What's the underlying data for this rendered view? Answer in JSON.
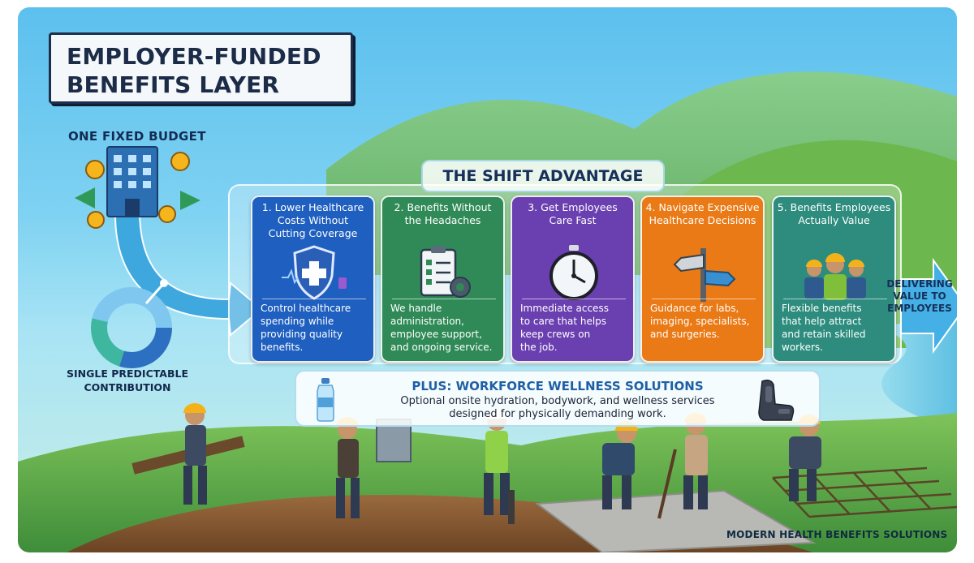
{
  "title": {
    "line1": "EMPLOYER-FUNDED",
    "line2": "BENEFITS LAYER"
  },
  "budget_label": "ONE FIXED BUDGET",
  "contribution_label": {
    "line1": "SINGLE PREDICTABLE",
    "line2": "CONTRIBUTION"
  },
  "shift_title": "THE SHIFT ADVANTAGE",
  "cards": [
    {
      "title_lines": [
        "1. Lower Healthcare",
        "Costs Without",
        "Cutting Coverage"
      ],
      "body_lines": [
        "Control healthcare",
        "spending while",
        "providing quality",
        "benefits."
      ],
      "color": "#1f5fbf",
      "icon": "shield-cross-icon"
    },
    {
      "title_lines": [
        "2. Benefits Without",
        "the Headaches"
      ],
      "body_lines": [
        "We handle",
        "administration,",
        "employee support,",
        "and ongoing service."
      ],
      "color": "#2f8a57",
      "icon": "clipboard-gear-icon"
    },
    {
      "title_lines": [
        "3. Get Employees",
        "Care Fast"
      ],
      "body_lines": [
        "Immediate access",
        "to care that helps",
        "keep crews on",
        "the job."
      ],
      "color": "#6a3fb0",
      "icon": "stopwatch-icon"
    },
    {
      "title_lines": [
        "4. Navigate Expensive",
        "Healthcare Decisions"
      ],
      "body_lines": [
        "Guidance for labs,",
        "imaging, specialists,",
        "and surgeries."
      ],
      "color": "#ea7a16",
      "icon": "signpost-icon"
    },
    {
      "title_lines": [
        "5. Benefits Employees",
        "Actually Value"
      ],
      "body_lines": [
        "Flexible benefits",
        "that help attract",
        "and retain skilled",
        "workers."
      ],
      "color": "#2d8c7d",
      "icon": "workers-icon"
    }
  ],
  "wellness": {
    "title": "PLUS: WORKFORCE WELLNESS SOLUTIONS",
    "line1": "Optional onsite hydration, bodywork, and wellness services",
    "line2": "designed for physically demanding work."
  },
  "delivering": {
    "line1": "DELIVERING",
    "line2": "VALUE TO",
    "line3": "EMPLOYEES"
  },
  "footer": "MODERN HEALTH BENEFITS SOLUTIONS",
  "colors": {
    "navy": "#1c2c48",
    "sky": "#5cc0ee",
    "hill": "#6fb54a",
    "soil": "#8a5a34"
  }
}
